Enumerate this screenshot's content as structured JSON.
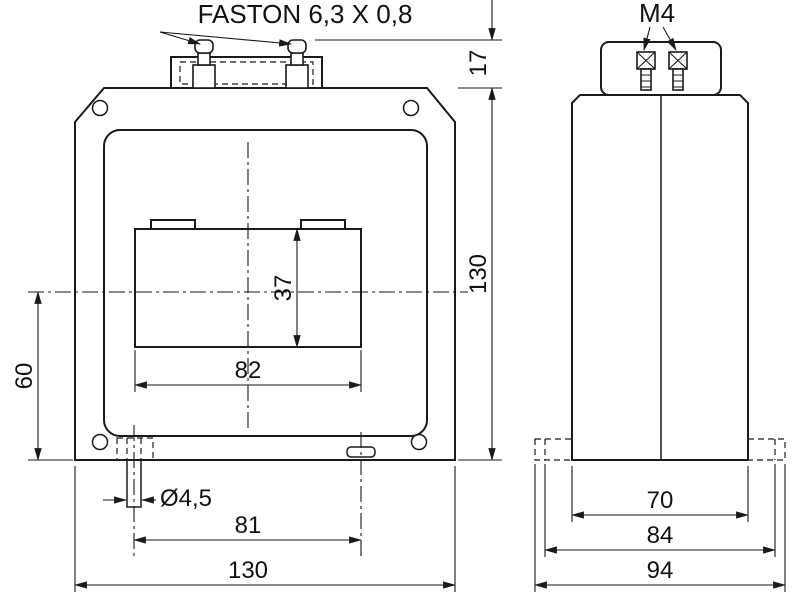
{
  "colors": {
    "line": "#1a1a1a",
    "background": "#ffffff"
  },
  "front_view": {
    "terminal_callout": "FASTON 6,3 X 0,8",
    "dims": {
      "terminal_height": "17",
      "body_height": "130",
      "window_height": "37",
      "window_width": "82",
      "center_to_base": "60",
      "hole_diameter": "Ø4,5",
      "hole_spacing": "81",
      "body_width": "130"
    }
  },
  "side_view": {
    "screw_callout": "M4",
    "dims": {
      "body_depth": "70",
      "foot_width": "84",
      "overall_depth": "94"
    }
  }
}
